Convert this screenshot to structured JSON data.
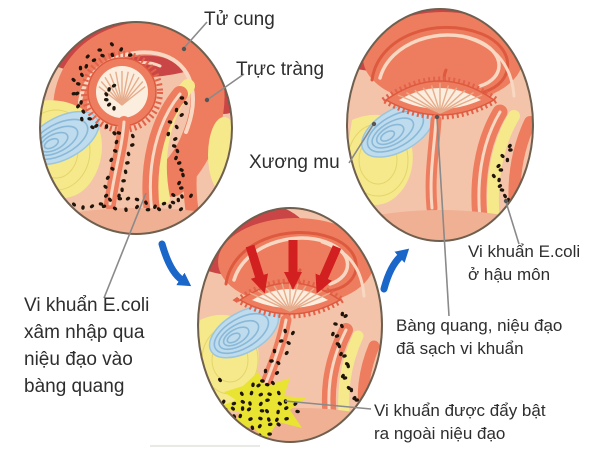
{
  "diagram": {
    "labels": {
      "uterus": "Tử cung",
      "rectum": "Trực tràng",
      "pubic_bone": "Xương mu",
      "invasion_lines": [
        "Vi khuẩn E.coli",
        "xâm nhập qua",
        "niệu đạo vào",
        "bàng quang"
      ],
      "anus_lines": [
        "Vi khuẩn E.coli",
        "ở hậu môn"
      ],
      "clean_lines": [
        "Bàng quang, niệu đạo",
        "đã sạch vi khuẩn"
      ],
      "flush_lines": [
        "Vi khuẩn được đẩy bật",
        "ra ngoài niệu đạo"
      ]
    },
    "colors": {
      "background": "#ffffff",
      "skin_pink": "#f4c4aa",
      "tissue_coral": "#ee7d5f",
      "tissue_dark_red": "#ca4545",
      "fat_yellow": "#f5e98c",
      "bone_blue": "#bedced",
      "bladder_cream": "#fceede",
      "bacteria_black": "#20150a",
      "urine_yellow": "#e9e432",
      "pressure_arrow_red": "#d21f1f",
      "flow_arrow_blue": "#1b66c9",
      "leader_gray": "#8a8a8a",
      "label_text": "#2e2e2e"
    }
  }
}
